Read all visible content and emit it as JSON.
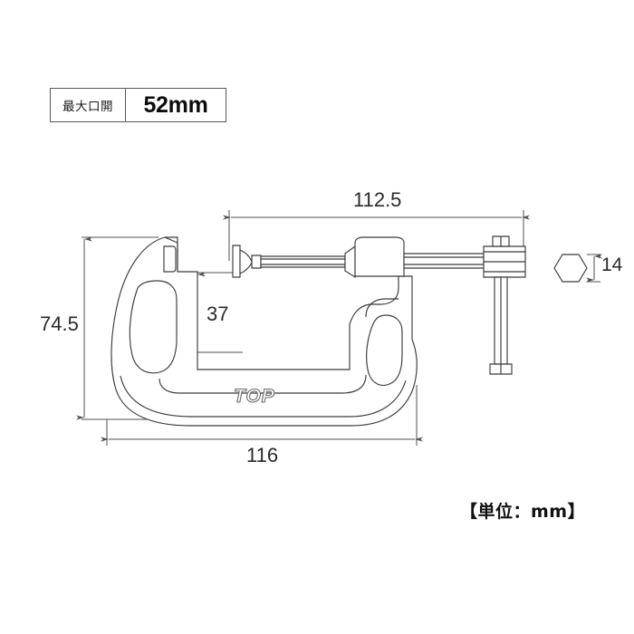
{
  "page": {
    "background_color": "#ffffff",
    "line_color": "#4f4f4f",
    "object_line_color": "#3b3b3b"
  },
  "spec_label": {
    "key": "最大口開",
    "value": "52mm"
  },
  "product": {
    "brand_logo": "TOP"
  },
  "unit_note": "【単位：mm】",
  "dimensions": {
    "overall_screw_length": "112.5",
    "frame_height": "74.5",
    "throat_depth": "37",
    "frame_width": "116",
    "hex_across_flats": "14"
  },
  "chart_data": {
    "type": "table",
    "title": "C-clamp dimensional drawing",
    "categories": [
      "112.5",
      "74.5",
      "37",
      "116",
      "14"
    ],
    "values": [
      112.5,
      74.5,
      37,
      116,
      14
    ],
    "xlabel": "",
    "ylabel": "mm"
  }
}
